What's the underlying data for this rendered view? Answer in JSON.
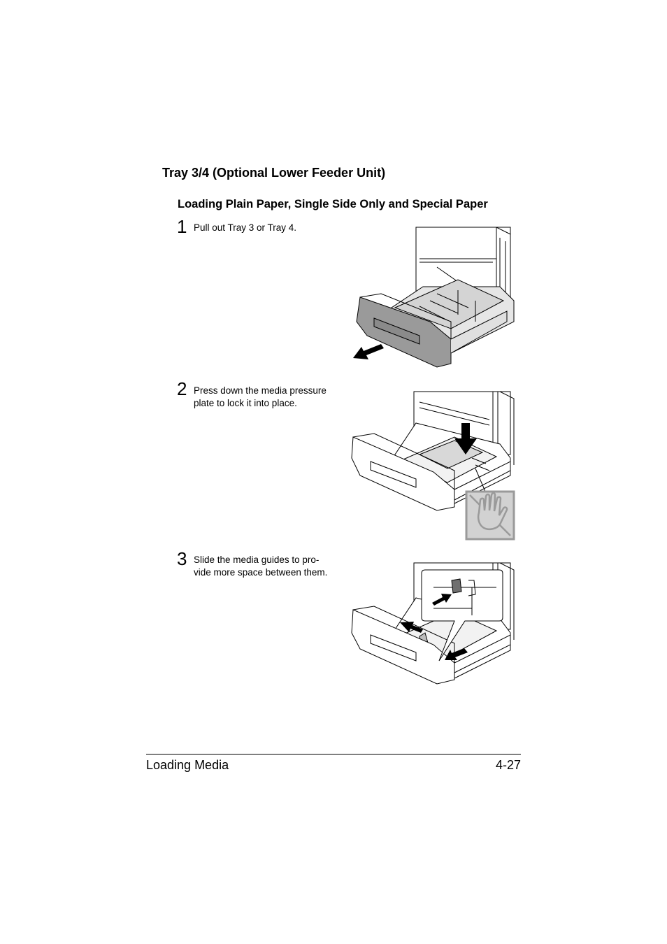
{
  "section": {
    "title": "Tray 3/4 (Optional Lower Feeder Unit)"
  },
  "subsection": {
    "title": "Loading Plain Paper, Single Side Only and Special Paper"
  },
  "steps": [
    {
      "number": "1",
      "lines": [
        "Pull out Tray 3 or Tray 4."
      ]
    },
    {
      "number": "2",
      "lines": [
        "Press down the media pressure",
        "plate to lock it into place."
      ]
    },
    {
      "number": "3",
      "lines": [
        "Slide the media guides to pro-",
        "vide more space between them."
      ]
    }
  ],
  "footer": {
    "chapter": "Loading Media",
    "page": "4-27"
  }
}
